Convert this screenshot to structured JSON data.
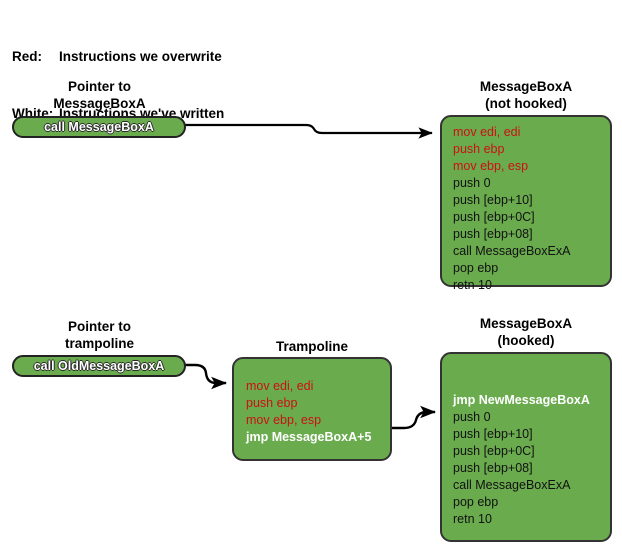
{
  "legend": [
    {
      "key": "Red:",
      "text": "Instructions we overwrite"
    },
    {
      "key": "White:",
      "text": "Instructions we've written"
    }
  ],
  "colors": {
    "box_fill": "#6aab4e",
    "box_border": "#333333",
    "overwritten_text": "#cc1111",
    "written_text": "#ffffff",
    "normal_text": "#111111",
    "connector": "#000000",
    "background": "#ffffff"
  },
  "unhooked_flow": {
    "pointer_caption": "Pointer to\nMessageBoxA",
    "pointer_pill": "call MessageBoxA",
    "target_caption": "MessageBoxA\n(not hooked)",
    "target_code": [
      {
        "text": "mov edi, edi",
        "style": "red"
      },
      {
        "text": "push ebp",
        "style": "red"
      },
      {
        "text": "mov ebp, esp",
        "style": "red"
      },
      {
        "text": "push 0",
        "style": "normal"
      },
      {
        "text": "push [ebp+10]",
        "style": "normal"
      },
      {
        "text": "push [ebp+0C]",
        "style": "normal"
      },
      {
        "text": "push [ebp+08]",
        "style": "normal"
      },
      {
        "text": "call MessageBoxExA",
        "style": "normal"
      },
      {
        "text": "pop ebp",
        "style": "normal"
      },
      {
        "text": "retn 10",
        "style": "normal"
      }
    ]
  },
  "hooked_flow": {
    "pointer_caption": "Pointer to\ntrampoline",
    "pointer_pill": "call OldMessageBoxA",
    "trampoline_caption": "Trampoline",
    "trampoline_code": [
      {
        "text": "mov edi, edi",
        "style": "red"
      },
      {
        "text": "push ebp",
        "style": "red"
      },
      {
        "text": "mov ebp, esp",
        "style": "red"
      },
      {
        "text": "jmp MessageBoxA+5",
        "style": "white"
      }
    ],
    "target_caption": "MessageBoxA\n(hooked)",
    "target_code": [
      {
        "text": "jmp NewMessageBoxA",
        "style": "white"
      },
      {
        "text": "push 0",
        "style": "normal"
      },
      {
        "text": "push [ebp+10]",
        "style": "normal"
      },
      {
        "text": "push [ebp+0C]",
        "style": "normal"
      },
      {
        "text": "push [ebp+08]",
        "style": "normal"
      },
      {
        "text": "call MessageBoxExA",
        "style": "normal"
      },
      {
        "text": "pop ebp",
        "style": "normal"
      },
      {
        "text": "retn 10",
        "style": "normal"
      }
    ]
  }
}
